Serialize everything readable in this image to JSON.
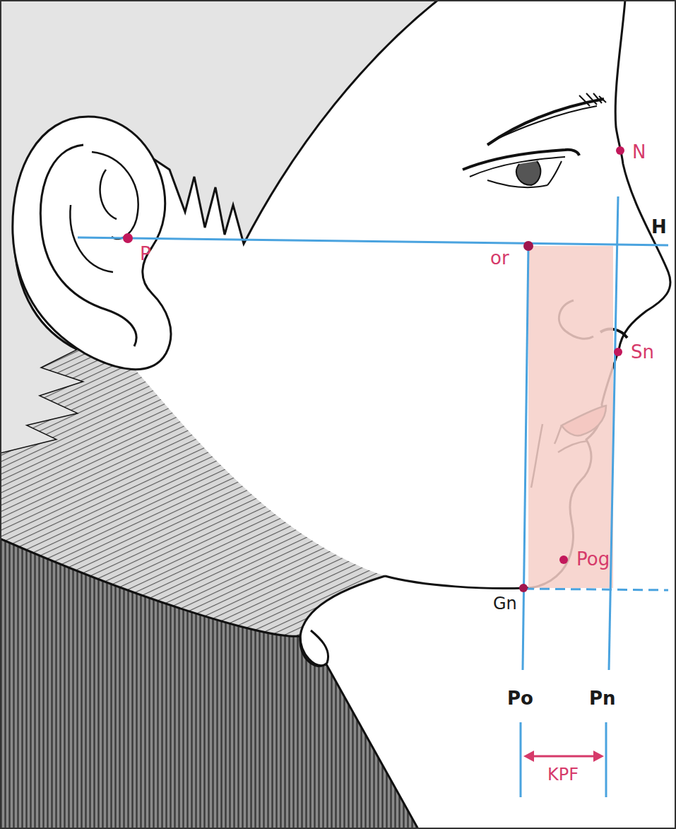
{
  "diagram": {
    "labels": [
      "N",
      "H",
      "P",
      "or",
      "Sn",
      "Pog",
      "Gn",
      "Po",
      "Pn",
      "KPF"
    ]
  }
}
